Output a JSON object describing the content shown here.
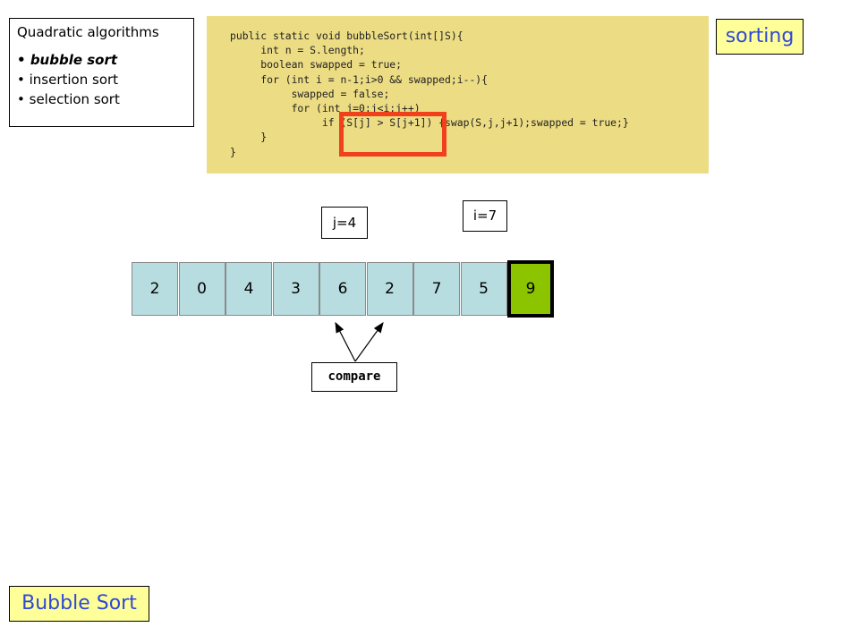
{
  "algorithms": {
    "title": "Quadratic algorithms",
    "items": [
      {
        "label": "bubble sort",
        "active": true
      },
      {
        "label": "insertion sort",
        "active": false
      },
      {
        "label": "selection sort",
        "active": false
      }
    ]
  },
  "code": {
    "lines": [
      "public static void bubbleSort(int[]S){",
      "     int n = S.length;",
      "     boolean swapped = true;",
      "     for (int i = n-1;i>0 && swapped;i--){",
      "          swapped = false;",
      "          for (int j=0;j<i;j++)",
      "               if (S[j] > S[j+1]) {swap(S,j,j+1);swapped = true;}",
      "     }",
      "}"
    ],
    "highlight_color": "#f0401c",
    "panel_color": "#ecdc84"
  },
  "topic_tag": "sorting",
  "pointers": {
    "j": "j=4",
    "i": "i=7"
  },
  "array": {
    "values": [
      2,
      0,
      4,
      3,
      6,
      2,
      7,
      5,
      9
    ],
    "sorted_from_index": 8,
    "cell_color": "#b8dde0",
    "sorted_color": "#8cc400"
  },
  "compare_label": "compare",
  "slide_title": "Bubble Sort"
}
